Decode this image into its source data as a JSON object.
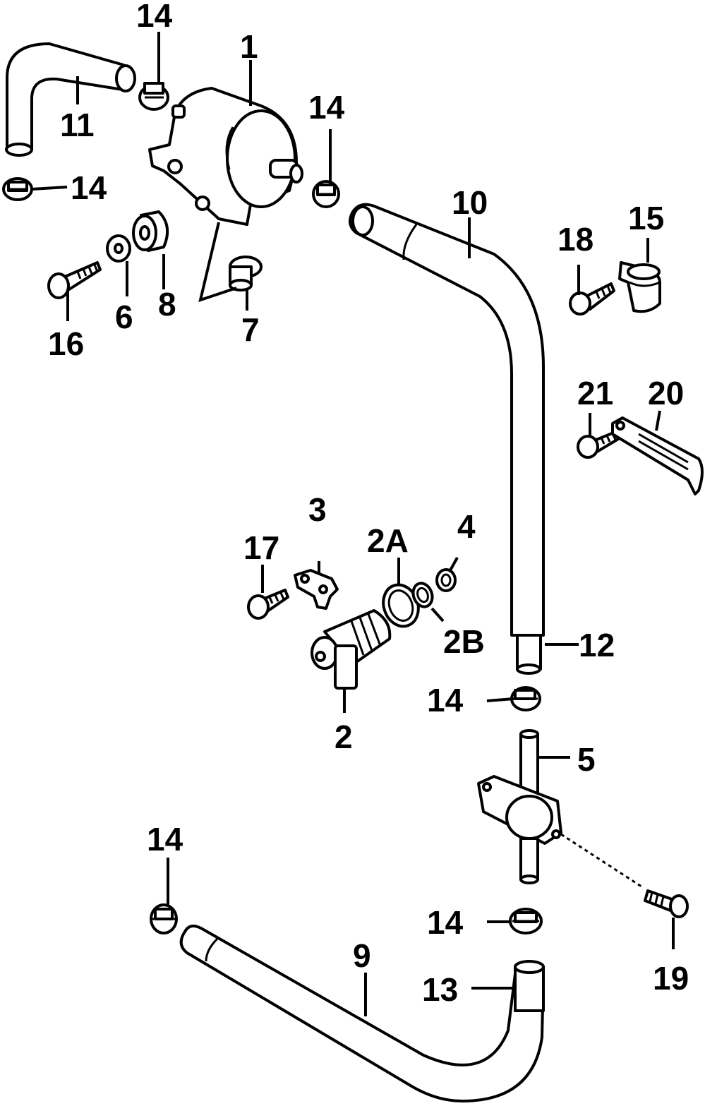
{
  "labels": {
    "p1": "1",
    "p2": "2",
    "p2a": "2A",
    "p2b": "2B",
    "p3": "3",
    "p4": "4",
    "p5": "5",
    "p6": "6",
    "p7": "7",
    "p8": "8",
    "p9": "9",
    "p10": "10",
    "p11": "11",
    "p12": "12",
    "p13": "13",
    "p14": "14",
    "p15": "15",
    "p16": "16",
    "p17": "17",
    "p18": "18",
    "p19": "19",
    "p20": "20",
    "p21": "21"
  }
}
